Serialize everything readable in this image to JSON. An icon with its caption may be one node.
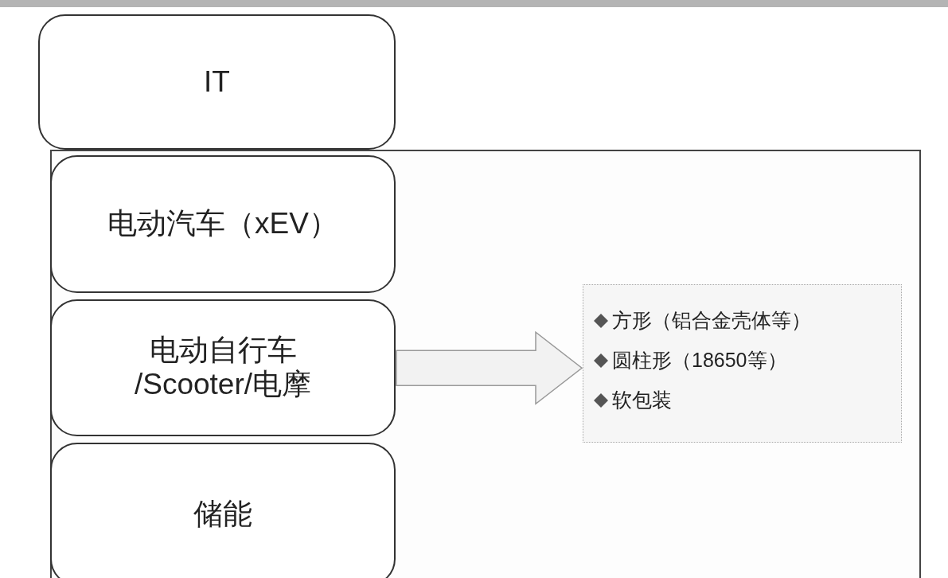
{
  "diagram": {
    "nodes": [
      {
        "text": [
          "IT"
        ]
      },
      {
        "text": [],
        "shape": "box"
      },
      {
        "text": [
          "电动汽车（xEV）"
        ],
        "in": 1
      },
      {
        "text": [
          "电动自行车 /Scooter/电摩"
        ],
        "in": 1
      },
      {
        "text": [
          "储能"
        ],
        "in": 1
      },
      {
        "text": [
          "方形（铝合金壳体等）",
          "圆柱形（18650等）",
          "软包装"
        ],
        "in": 1
      }
    ],
    "edges": [
      {
        "from": 3,
        "to": 5,
        "arrow": "to"
      }
    ]
  }
}
